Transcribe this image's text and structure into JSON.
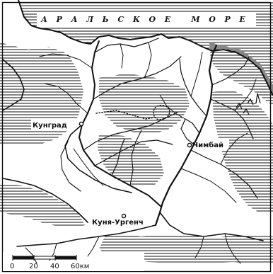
{
  "map": {
    "sea_label": "АРАЛЬСКОЕ МОРЕ",
    "towns": [
      {
        "id": "kungrad",
        "label": "Кунград"
      },
      {
        "id": "chimbay",
        "label": "Чимбай"
      },
      {
        "id": "kunya_urgench",
        "label": "Куня-Ургенч"
      }
    ],
    "scale": {
      "labels": [
        "0",
        "20",
        "40",
        "60км"
      ]
    }
  },
  "colors": {
    "ink": "#111111",
    "paper": "#ffffff"
  }
}
